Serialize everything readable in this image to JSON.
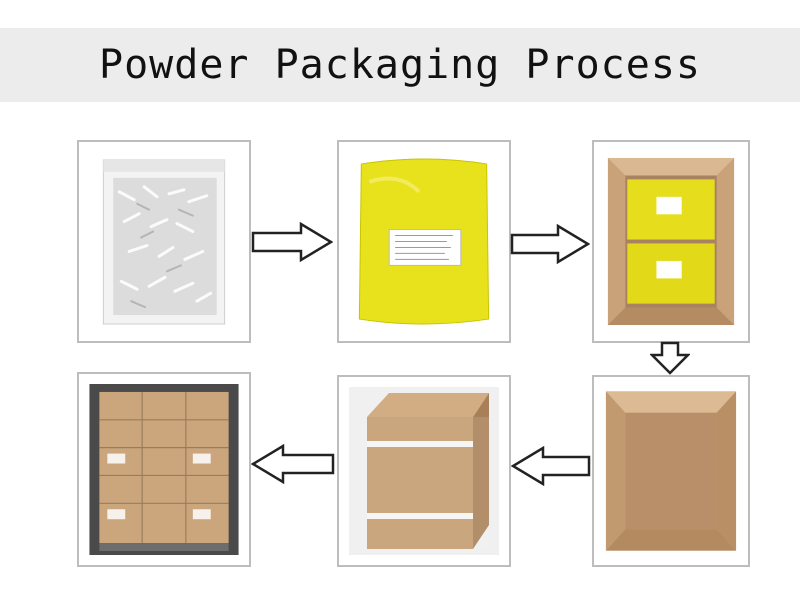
{
  "title": "Powder Packaging Process",
  "steps": [
    {
      "name": "clear-powder-bag"
    },
    {
      "name": "yellow-foil-bag"
    },
    {
      "name": "carton-with-two-bags"
    },
    {
      "name": "empty-open-carton"
    },
    {
      "name": "sealed-wrapped-carton"
    },
    {
      "name": "palletized-cartons"
    }
  ],
  "colors": {
    "frame_border": "#bdbdbd",
    "title_bar": "#ececec",
    "arrow_stroke": "#222222",
    "foil_yellow": "#e6e01a",
    "cardboard": "#c9a27a"
  }
}
